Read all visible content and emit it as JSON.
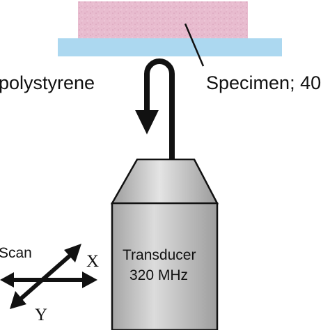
{
  "labels": {
    "substrate": "polystyrene",
    "specimen": "Specimen; 40",
    "transducer_line1": "Transducer",
    "transducer_line2": "320 MHz",
    "scan": "Scan",
    "axis_x": "X",
    "axis_y": "Y"
  },
  "colors": {
    "specimen_fill": "#e8bccf",
    "substrate_fill": "#acd8f0",
    "transducer_top": "#d6d6d6",
    "transducer_body": "#cdcdcd",
    "stroke": "#111111"
  }
}
